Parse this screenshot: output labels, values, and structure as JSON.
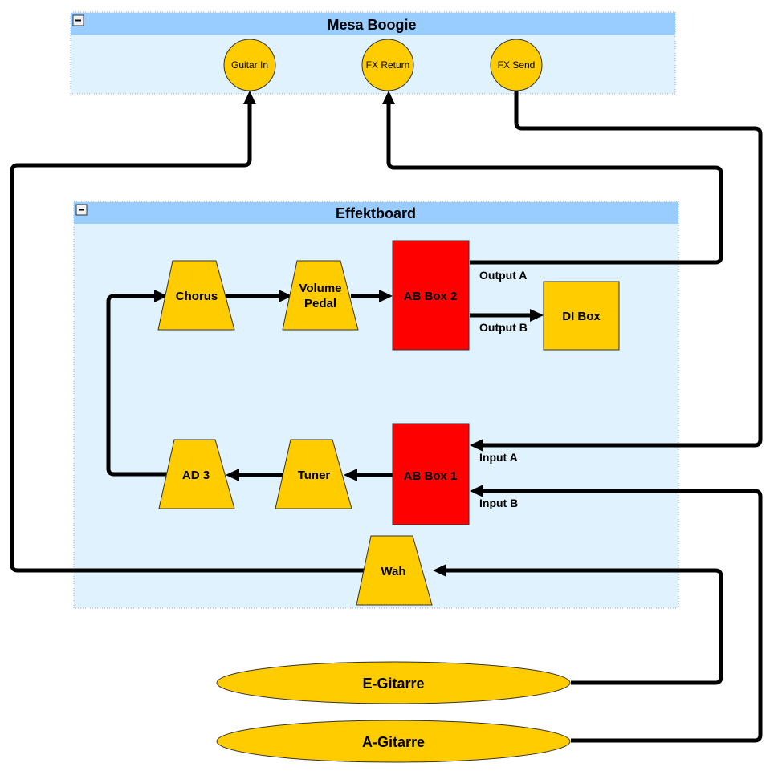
{
  "groups": {
    "mesa": {
      "title": "Mesa Boogie",
      "collapse_icon": "minus-icon"
    },
    "effektboard": {
      "title": "Effektboard",
      "collapse_icon": "minus-icon"
    }
  },
  "mesa_ports": {
    "guitar_in": "Guitar In",
    "fx_return": "FX Return",
    "fx_send": "FX Send"
  },
  "effects": {
    "chorus": "Chorus",
    "volume_pedal_line1": "Volume",
    "volume_pedal_line2": "Pedal",
    "ab_box_2": "AB Box 2",
    "di_box": "DI Box",
    "ad3": "AD 3",
    "tuner": "Tuner",
    "ab_box_1": "AB Box 1",
    "wah": "Wah"
  },
  "edge_labels": {
    "output_a": "Output A",
    "output_b": "Output B",
    "input_a": "Input A",
    "input_b": "Input B"
  },
  "sources": {
    "e_gitarre": "E-Gitarre",
    "a_gitarre": "A-Gitarre"
  },
  "colors": {
    "group_header": "#99ccff",
    "group_body": "#e0f2fd",
    "pedal": "#ffcc00",
    "ab_box": "#ff0000",
    "cable": "#000000"
  }
}
